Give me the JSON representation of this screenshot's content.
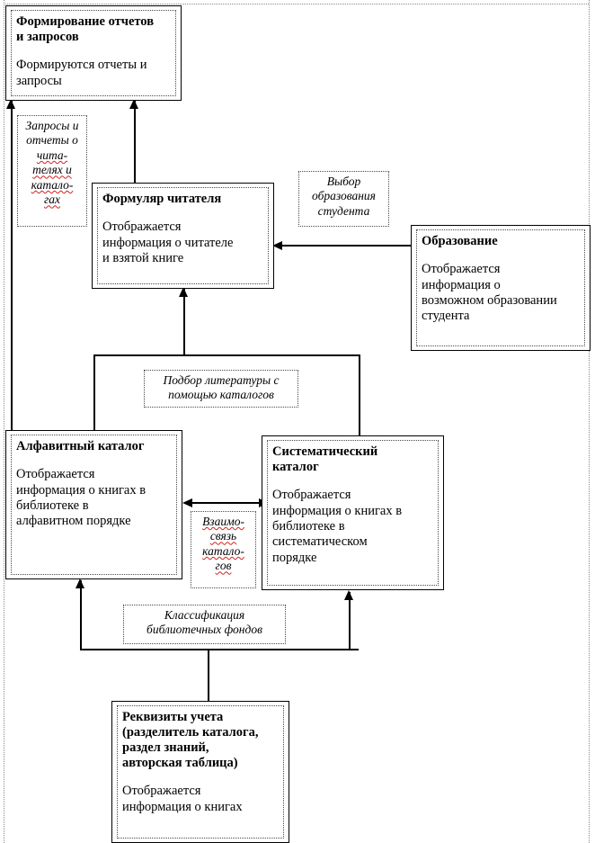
{
  "diagram": {
    "type": "erd-infological-model",
    "language": "ru",
    "entities": [
      {
        "id": "reports",
        "title": "Формирование отчетов\nи запросов",
        "description": "Формируются отчеты и\nзапросы"
      },
      {
        "id": "reader-form",
        "title": "Формуляр читателя",
        "description": "Отображается\nинформация о читателе\nи взятой книге"
      },
      {
        "id": "education",
        "title": "Образование",
        "description": "Отображается\nинформация о\nвозможном образовании\nстудента"
      },
      {
        "id": "alphabetic-catalog",
        "title": "Алфавитный каталог",
        "description": "Отображается\nинформация о книгах в\nбиблиотеке в\nалфавитном порядке"
      },
      {
        "id": "systematic-catalog",
        "title": "Систематический\nкаталог",
        "description": "Отображается\nинформация о книгах в\nбиблиотеке в\nсистематическом\nпорядке"
      },
      {
        "id": "accounting-details",
        "title": "Реквизиты учета\n(разделитель каталога,\nраздел знаний,\nавторская таблица)",
        "description": "Отображается\nинформация о книгах"
      }
    ],
    "relationships": [
      {
        "id": "requests-reports",
        "lines": [
          "Запросы и",
          "отчеты о",
          "чита-",
          "телях и",
          "катало-",
          "гах"
        ],
        "misspelled": [
          false,
          false,
          true,
          true,
          true,
          true
        ]
      },
      {
        "id": "education-choice",
        "lines": [
          "Выбор",
          "образования",
          "студента"
        ],
        "misspelled": [
          false,
          false,
          false
        ]
      },
      {
        "id": "literature-selection",
        "lines": [
          "Подбор литературы с",
          "помощью каталогов"
        ],
        "misspelled": [
          false,
          false
        ]
      },
      {
        "id": "catalog-interlink",
        "lines": [
          "Взаимо-",
          "связь",
          "катало-",
          "гов"
        ],
        "misspelled": [
          true,
          true,
          true,
          true
        ]
      },
      {
        "id": "fund-classification",
        "lines": [
          "Классификация",
          "библиотечных фондов"
        ],
        "misspelled": [
          false,
          false
        ]
      }
    ],
    "colors": {
      "line": "#000000",
      "box_border": "#000000",
      "inner_dotted": "#4a4a4a",
      "spellcheck_underline": "#d62020",
      "background": "#ffffff"
    }
  }
}
